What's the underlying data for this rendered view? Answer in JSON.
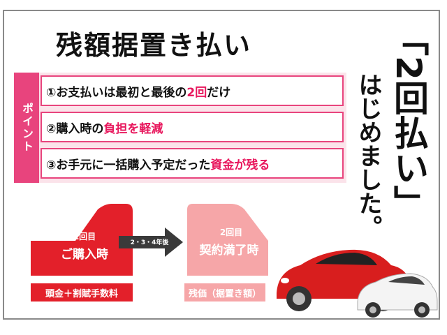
{
  "title": "残額据置き払い",
  "point_label": "ポイント",
  "points": [
    {
      "pre": "①お支払いは最初と最後の",
      "highlight": "2回",
      "post": "だけ"
    },
    {
      "pre": "②購入時の",
      "highlight": "負担を軽減",
      "post": ""
    },
    {
      "pre": "③お手元に一括購入予定だった",
      "highlight": "資金が残る",
      "post": ""
    }
  ],
  "vertical_main": "「2回払い」",
  "vertical_sub": "はじめました。",
  "step1": {
    "count": "1回目",
    "name": "ご購入時",
    "label": "頭金＋割賦手数料"
  },
  "arrow_text": "2・3・4年後",
  "step2": {
    "count": "2回目",
    "name": "契約満了時",
    "label": "残価（据置き額）"
  },
  "colors": {
    "accent": "#e8447d",
    "red": "#e3202a",
    "pink_light": "#f6a6a8"
  }
}
